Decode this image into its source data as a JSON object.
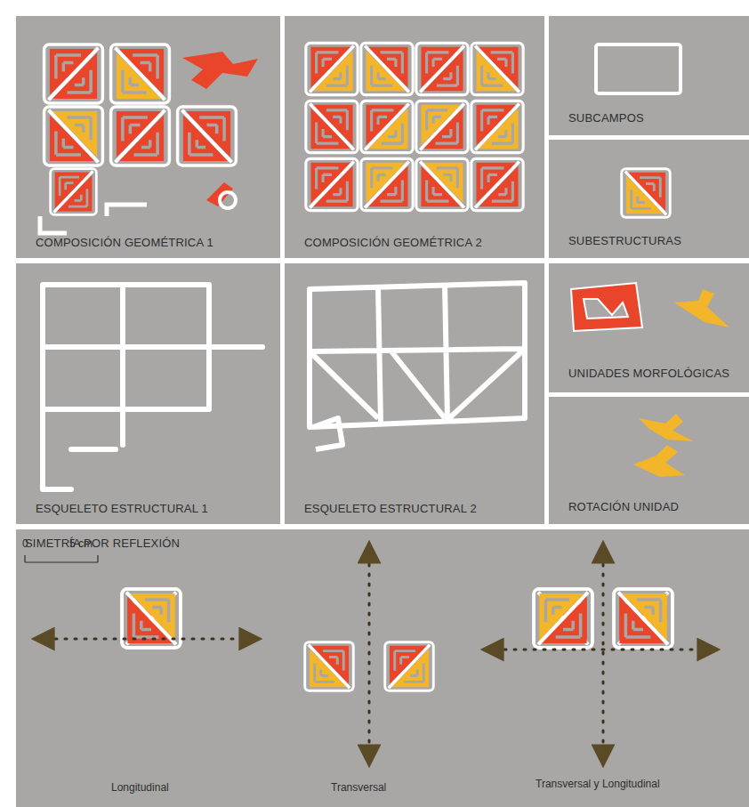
{
  "diagram": {
    "nodes": [
      {
        "text": [
          "COMPOSICIÓN GEOMÉTRICA 1"
        ]
      },
      {
        "text": [
          "COMPOSICIÓN GEOMÉTRICA 2"
        ]
      },
      {
        "text": [
          "SUBCAMPOS"
        ]
      },
      {
        "text": [
          "SUBESTRUCTURAS"
        ]
      },
      {
        "text": [
          "ESQUELETO ESTRUCTURAL 1"
        ]
      },
      {
        "text": [
          "ESQUELETO ESTRUCTURAL 2"
        ]
      },
      {
        "text": [
          "UNIDADES MORFOLÓGICAS"
        ]
      },
      {
        "text": [
          "ROTACIÓN UNIDAD"
        ]
      },
      {
        "text": [
          "SIMETRÍA POR REFLEXIÓN"
        ]
      }
    ],
    "labels": [
      "0",
      "5 cm",
      "Longitudinal",
      "Transversal",
      "Transversal y Longitudinal"
    ]
  }
}
